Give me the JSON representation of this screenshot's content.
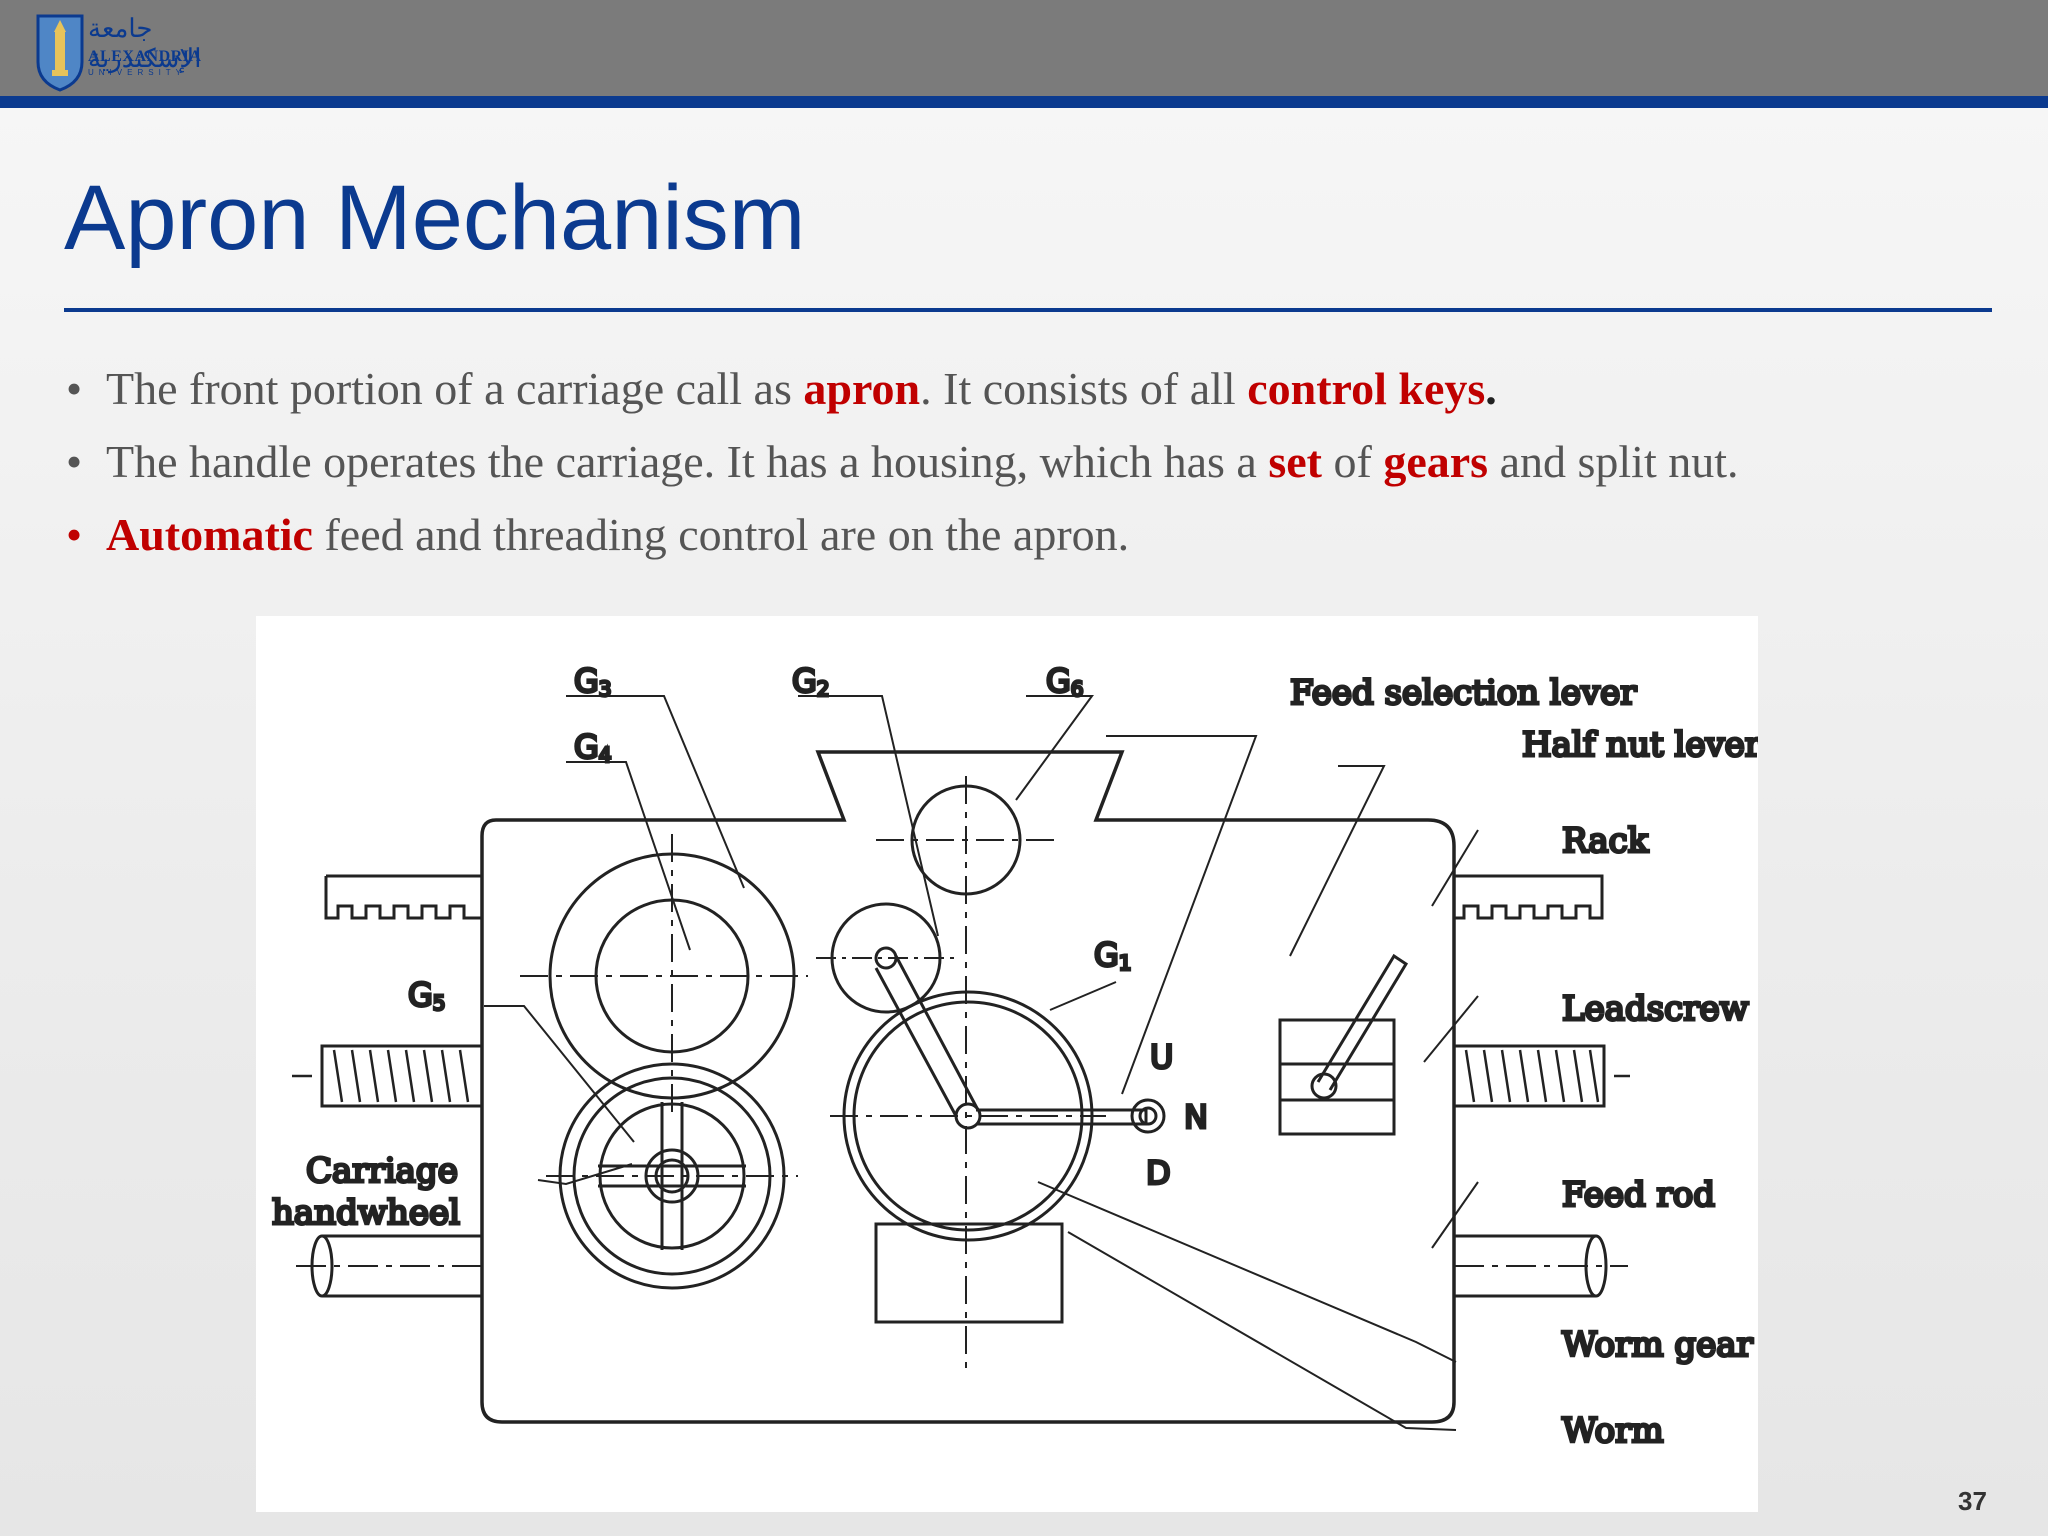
{
  "header": {
    "logo_arabic": "جامعة الإسكندرية",
    "logo_name": "ALEXANDRIA",
    "logo_subtitle": "UNIVERSITY"
  },
  "slide": {
    "title": "Apron Mechanism",
    "bullets": [
      {
        "parts": [
          {
            "text": "The front portion of a carriage call as ",
            "style": "normal"
          },
          {
            "text": "apron",
            "style": "highlight"
          },
          {
            "text": ". It consists of all ",
            "style": "normal"
          },
          {
            "text": "control keys",
            "style": "highlight"
          },
          {
            "text": ".",
            "style": "dark"
          }
        ]
      },
      {
        "parts": [
          {
            "text": "The handle operates the carriage. It has a housing, which has a ",
            "style": "normal"
          },
          {
            "text": "set",
            "style": "highlight"
          },
          {
            "text": " of ",
            "style": "normal"
          },
          {
            "text": "gears",
            "style": "highlight"
          },
          {
            "text": " and split nut.",
            "style": "normal"
          }
        ]
      },
      {
        "bullet_color": "#c00000",
        "parts": [
          {
            "text": "Automatic",
            "style": "highlight"
          },
          {
            "text": " feed and threading control are on the apron.",
            "style": "normal"
          }
        ]
      }
    ],
    "page_number": "37"
  },
  "diagram": {
    "gear_labels": {
      "g3": {
        "main": "G",
        "sub": "3"
      },
      "g2": {
        "main": "G",
        "sub": "2"
      },
      "g6": {
        "main": "G",
        "sub": "6"
      },
      "g4": {
        "main": "G",
        "sub": "4"
      },
      "g1": {
        "main": "G",
        "sub": "1"
      },
      "g5": {
        "main": "G",
        "sub": "5"
      }
    },
    "callouts": {
      "feed_selection_lever": "Feed selection lever",
      "half_nut_lever": "Half nut lever",
      "rack": "Rack",
      "leadscrew": "Leadscrew",
      "feed_rod": "Feed rod",
      "worm_gear": "Worm gear",
      "worm": "Worm",
      "carriage_handwheel_1": "Carriage",
      "carriage_handwheel_2": "handwheel"
    },
    "lever_positions": {
      "up": "U",
      "neutral": "N",
      "down": "D"
    }
  },
  "colors": {
    "accent_blue": "#0b3a8f",
    "highlight_red": "#c00000",
    "header_gray": "#7b7b7b"
  }
}
